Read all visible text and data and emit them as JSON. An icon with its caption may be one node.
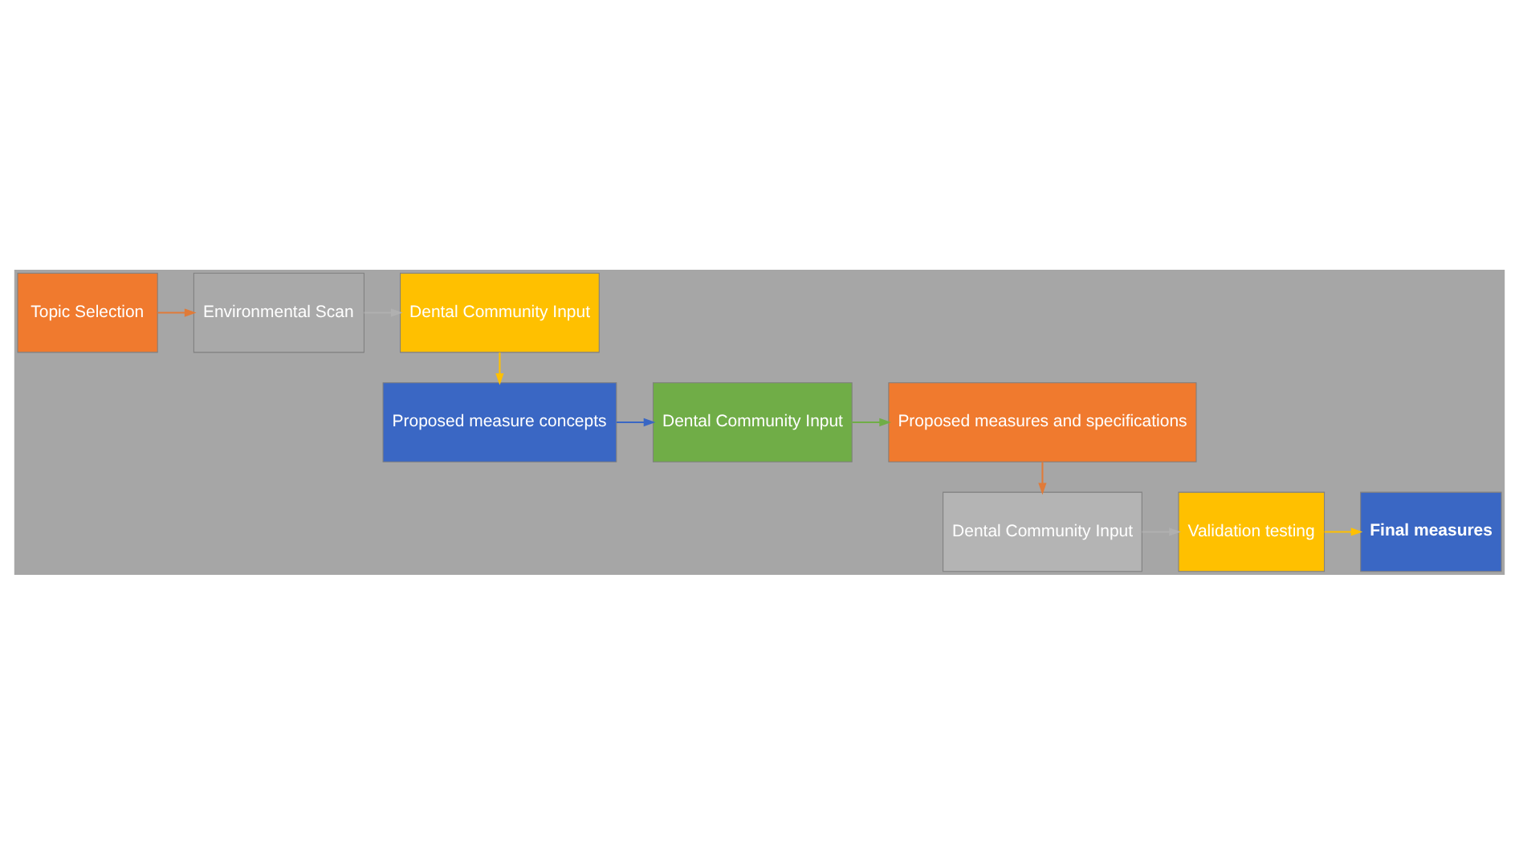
{
  "diagram": {
    "nodes": [
      {
        "text": [
          "Topic Selection"
        ]
      },
      {
        "text": [
          "Environmental Scan"
        ]
      },
      {
        "text": [
          "Dental Community Input"
        ]
      },
      {
        "text": [
          "Proposed measure concepts"
        ]
      },
      {
        "text": [
          "Dental Community Input"
        ]
      },
      {
        "text": [
          "Proposed measures and specifications"
        ]
      },
      {
        "text": [
          "Dental Community Input"
        ]
      },
      {
        "text": [
          "Validation testing"
        ]
      },
      {
        "text": [
          "Final measures"
        ]
      }
    ],
    "edges": [
      {
        "from": 0,
        "to": 1,
        "arrow": "to",
        "color": "#e07b39"
      },
      {
        "from": 1,
        "to": 2,
        "arrow": "to",
        "color": "#b0b0b0"
      },
      {
        "from": 2,
        "to": 3,
        "arrow": "to",
        "color": "#ffc000"
      },
      {
        "from": 3,
        "to": 4,
        "arrow": "to",
        "color": "#3a67c4"
      },
      {
        "from": 4,
        "to": 5,
        "arrow": "to",
        "color": "#70ad47"
      },
      {
        "from": 5,
        "to": 6,
        "arrow": "to",
        "color": "#e07b39"
      },
      {
        "from": 6,
        "to": 7,
        "arrow": "to",
        "color": "#b0b0b0"
      },
      {
        "from": 7,
        "to": 8,
        "arrow": "to",
        "color": "#ffc000"
      }
    ]
  }
}
